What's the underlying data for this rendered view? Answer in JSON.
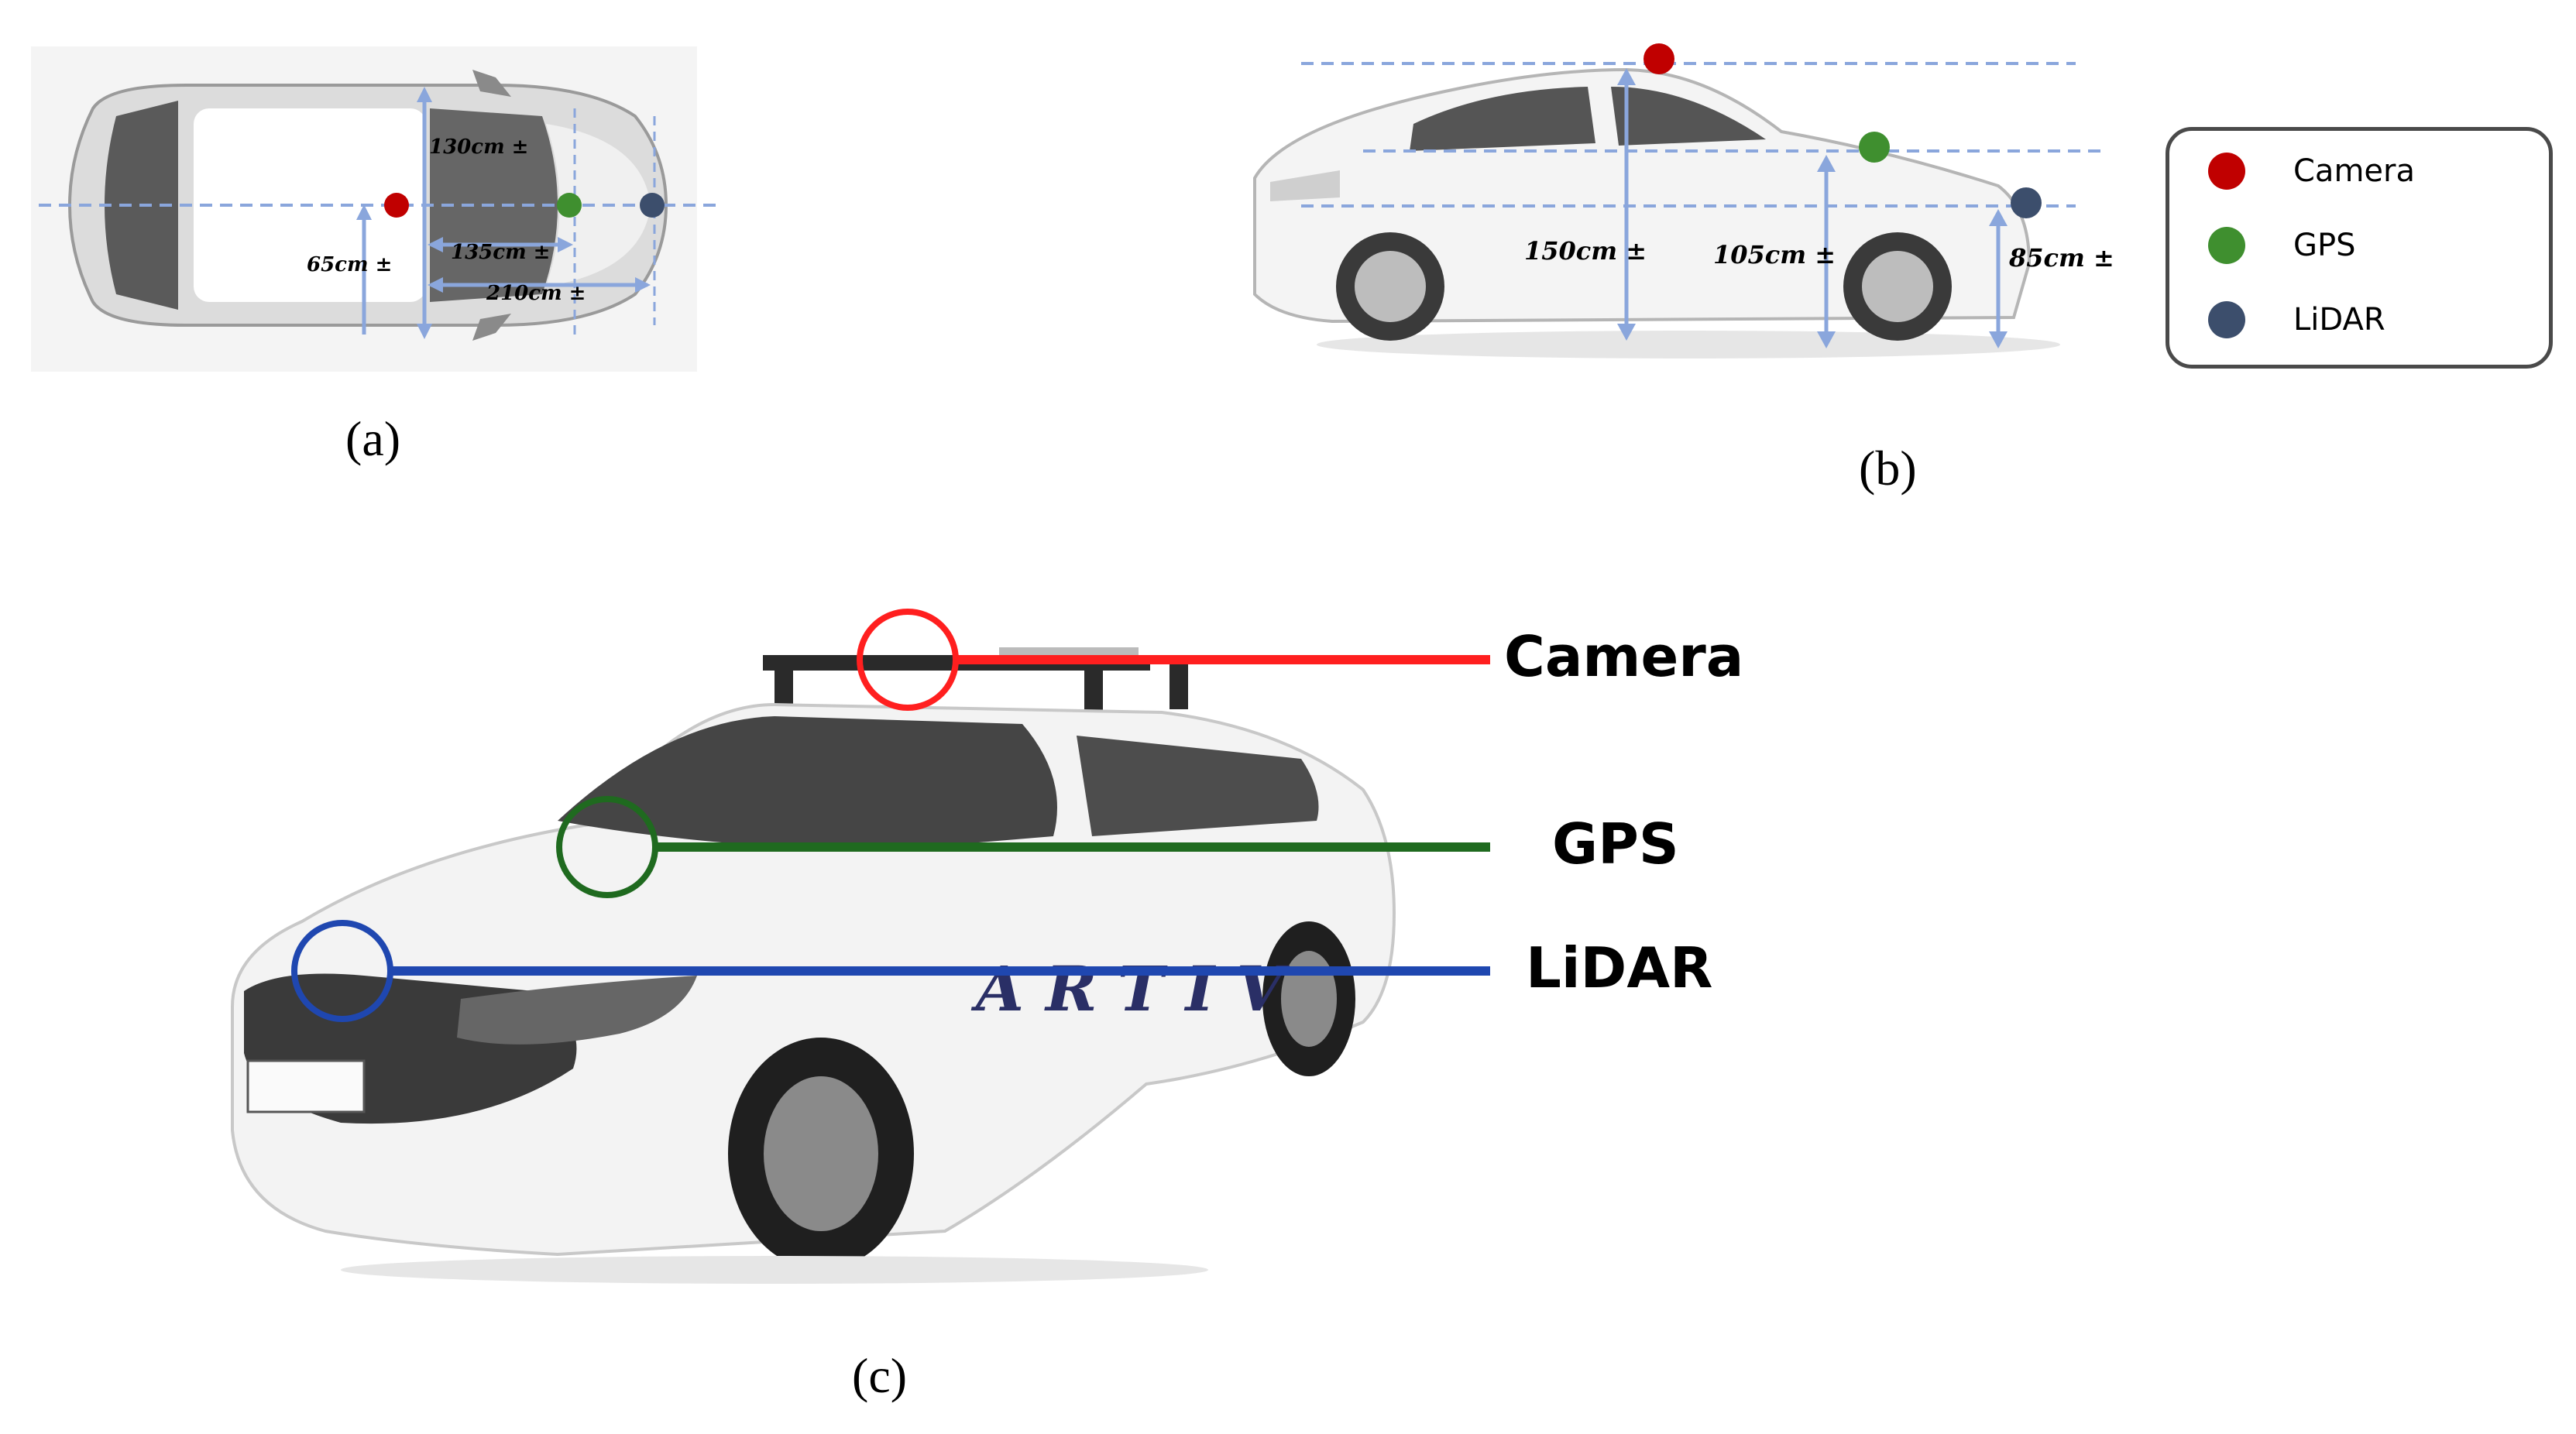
{
  "panel_a": {
    "caption": "(a)",
    "dim_camera_x": "130cm ±",
    "dim_gps_x": "135cm ±",
    "dim_lidar_x": "210cm ±",
    "dim_y": "65cm ±"
  },
  "panel_b": {
    "caption": "(b)",
    "dim_camera_h": "150cm ±",
    "dim_gps_h": "105cm ±",
    "dim_lidar_h": "85cm ±",
    "legend": [
      {
        "label": "Camera",
        "color": "#c00000"
      },
      {
        "label": "GPS",
        "color": "#3f8f2f"
      },
      {
        "label": "LiDAR",
        "color": "#3c4e6c"
      }
    ]
  },
  "panel_c": {
    "caption": "(c)",
    "labels": [
      {
        "label": "Camera",
        "color": "#ff1f1f"
      },
      {
        "label": "GPS",
        "color": "#1f6a1f"
      },
      {
        "label": "LiDAR",
        "color": "#1f47b0"
      }
    ]
  }
}
